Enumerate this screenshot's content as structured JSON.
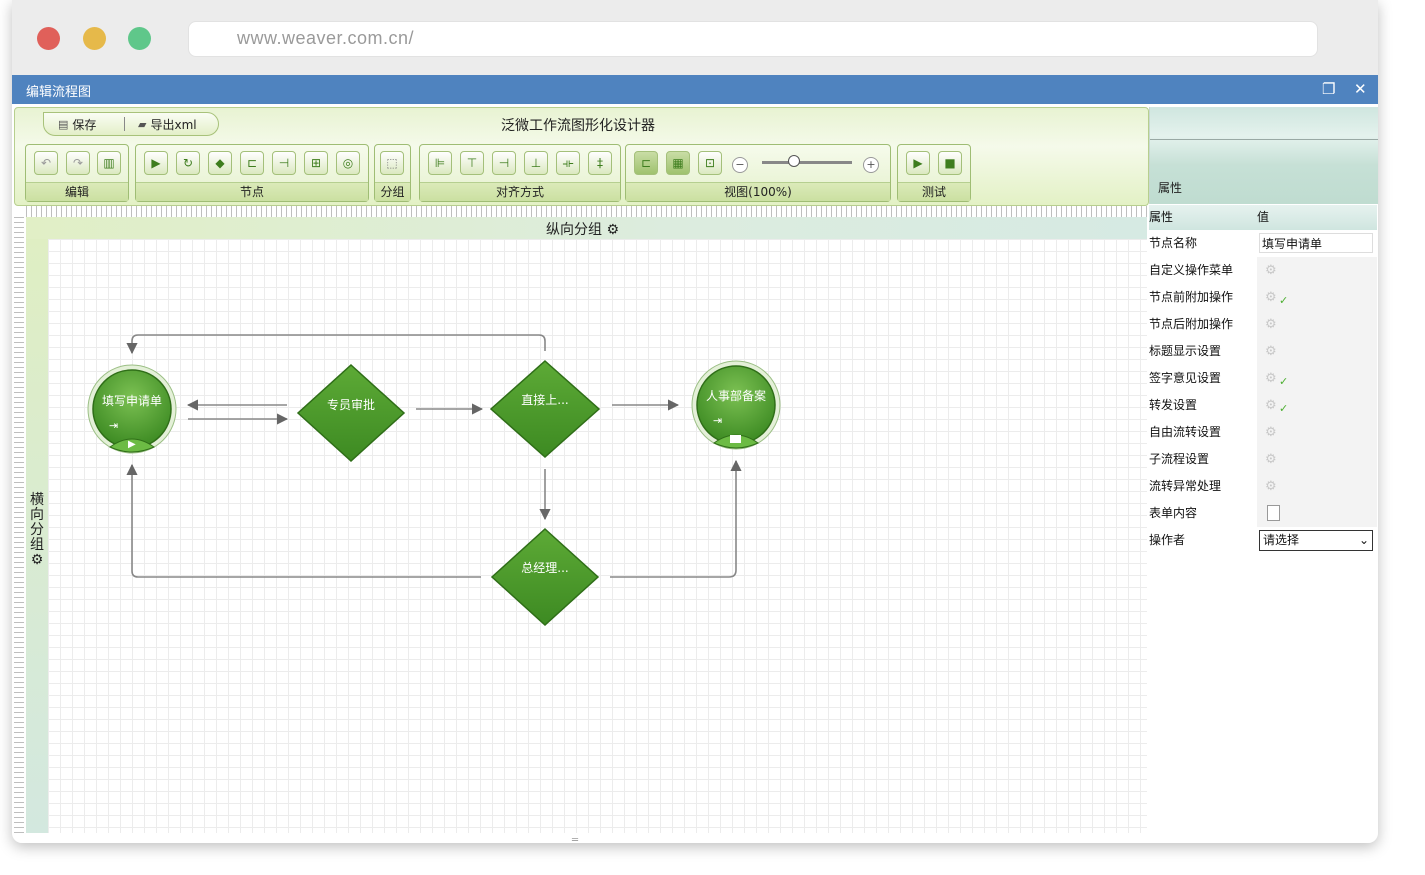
{
  "browser": {
    "url": "www.weaver.com.cn/"
  },
  "window": {
    "title": "编辑流程图",
    "restore_icon": "restore-icon",
    "close_icon": "close-icon"
  },
  "toolbar": {
    "save_label": "保存",
    "export_label": "导出xml",
    "app_title": "泛微工作流图形化设计器",
    "groups": {
      "edit": "编辑",
      "node": "节点",
      "group": "分组",
      "align": "对齐方式",
      "view": "视图(100%)",
      "test": "测试"
    }
  },
  "canvas": {
    "vertical_group": "纵向分组",
    "horizontal_group": "横向分组",
    "nodes": {
      "start": "填写申请单",
      "review": "专员审批",
      "direct": "直接上...",
      "hr": "人事部备案",
      "gm": "总经理..."
    }
  },
  "properties": {
    "panel_title": "属性",
    "header_key": "属性",
    "header_value": "值",
    "rows": [
      {
        "key": "节点名称",
        "value": "填写申请单"
      },
      {
        "key": "自定义操作菜单"
      },
      {
        "key": "节点前附加操作"
      },
      {
        "key": "节点后附加操作"
      },
      {
        "key": "标题显示设置"
      },
      {
        "key": "签字意见设置"
      },
      {
        "key": "转发设置"
      },
      {
        "key": "自由流转设置"
      },
      {
        "key": "子流程设置"
      },
      {
        "key": "流转异常处理"
      },
      {
        "key": "表单内容"
      },
      {
        "key": "操作者",
        "value": "请选择"
      }
    ]
  },
  "colors": {
    "node_green": "#4a9a2c",
    "titlebar_blue": "#4f83bf"
  }
}
